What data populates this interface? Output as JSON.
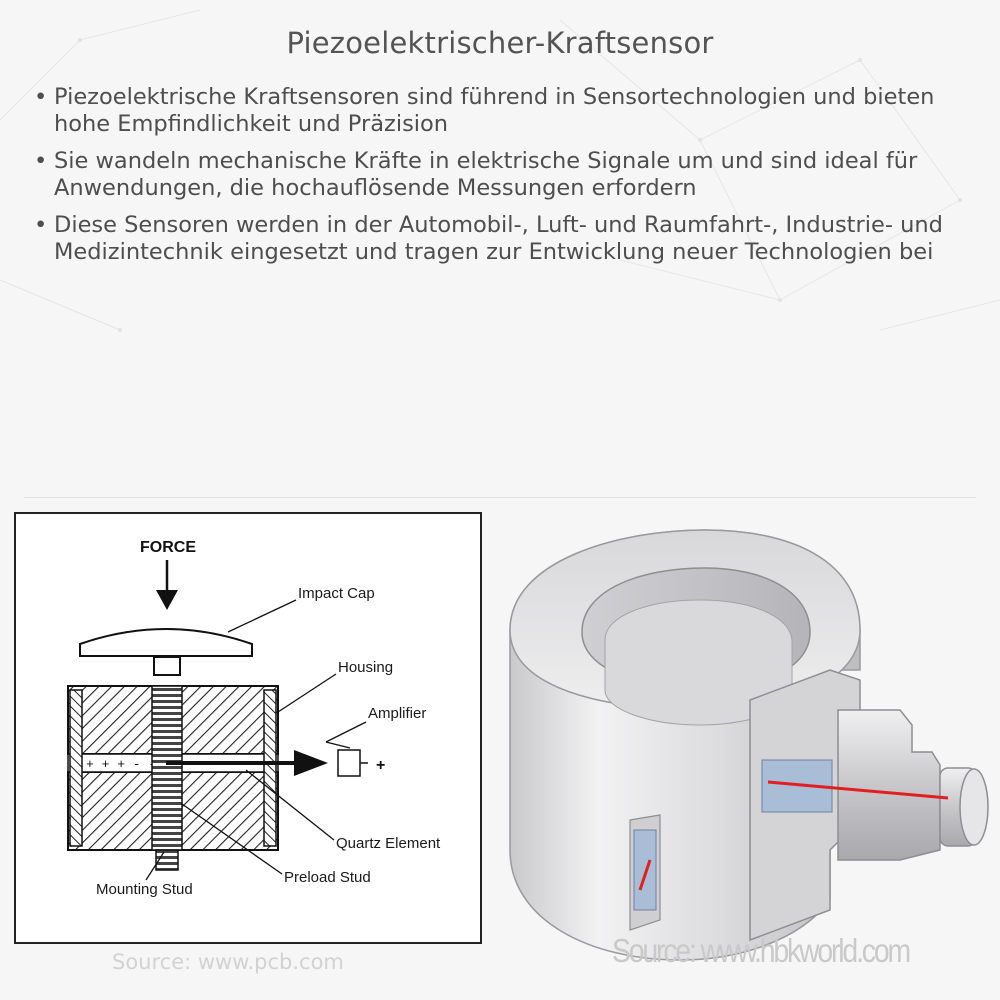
{
  "title": "Piezoelektrischer-Kraftsensor",
  "bullets": [
    "Piezoelektrische Kraftsensoren sind führend in Sensortechnologien und bieten hohe Empfindlichkeit und Präzision",
    "Sie wandeln mechanische Kräfte in elektrische Signale um und sind ideal für Anwendungen, die hochauflösende Messungen erfordern",
    "Diese Sensoren werden in der Automobil-, Luft- und Raumfahrt-, Industrie- und Medizintechnik eingesetzt und tragen zur Entwicklung neuer Technologien bei"
  ],
  "bullet_marker": "•",
  "diagram_left": {
    "labels": {
      "force": "FORCE",
      "impact_cap": "Impact Cap",
      "housing": "Housing",
      "amplifier": "Amplifier",
      "plus": "+",
      "quartz_element": "Quartz Element",
      "preload_stud": "Preload Stud",
      "mounting_stud": "Mounting Stud"
    },
    "source": "Source: www.pcb.com"
  },
  "diagram_right": {
    "source": "Source: www.hbkworld.com"
  },
  "colors": {
    "background": "#f6f6f6",
    "text": "#4e4e4e",
    "signal_line": "#e02020",
    "quartz_highlight": "#a9bdd6"
  }
}
